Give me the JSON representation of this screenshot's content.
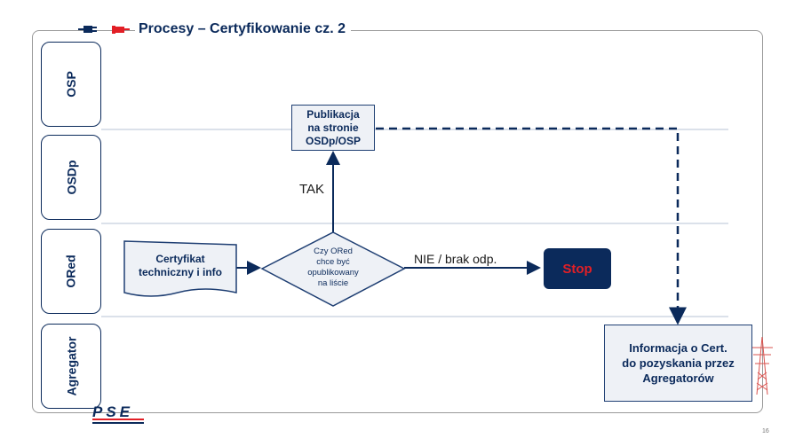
{
  "header": {
    "title": "Procesy – Certyfikowanie cz. 2"
  },
  "lanes": [
    "OSP",
    "OSDp",
    "ORed",
    "Agregator"
  ],
  "nodes": {
    "publication": "Publikacja\nna stronie\nOSDp/OSP",
    "certificate": "Certyfikat\ntechniczny i info",
    "decision": "Czy ORed\nchce być\nopublikowany\nna liście",
    "stop": "Stop",
    "info": "Informacja o Cert.\ndo pozyskania przez\nAgregatorów"
  },
  "edges": {
    "yes": "TAK",
    "no": "NIE / brak odp."
  },
  "footer": {
    "logo": "PSE",
    "page": "16"
  },
  "colors": {
    "navy": "#0b2a5b",
    "stop_text": "#e21f26",
    "pylon": "#d9534f"
  },
  "icons": [
    "plug-icon",
    "socket-icon",
    "power-pylon-icon"
  ]
}
